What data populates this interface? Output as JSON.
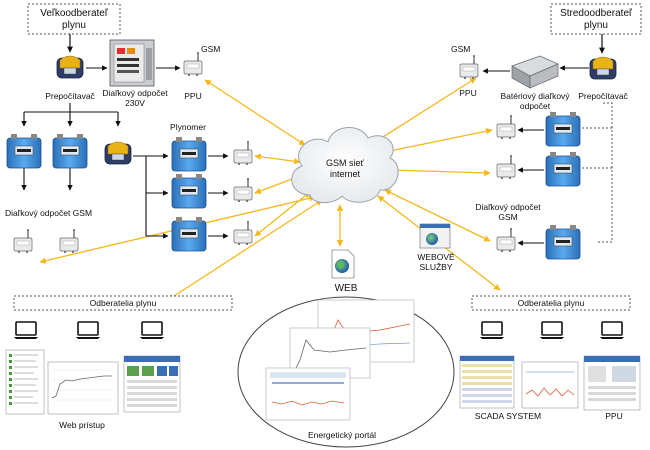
{
  "colors": {
    "yellow_link": "#f5b81c",
    "black_line": "#111111",
    "meter_blue": "#3d8fd8",
    "meter_blue_dark": "#1f5ea3",
    "converter_yellow": "#e9b216",
    "dashed_border": "#555555"
  },
  "top_left": {
    "title_line1": "Veľkoodberateľ",
    "title_line2": "plynu"
  },
  "top_right": {
    "title_line1": "Stredoodberateľ",
    "title_line2": "plynu"
  },
  "left_chain": {
    "converter_label": "Prepočítavač",
    "remote_label_line1": "Diaľkový odpočet",
    "remote_label_line2": "230V",
    "ppu_label": "PPU",
    "gsm_label": "GSM"
  },
  "right_chain": {
    "gsm_label": "GSM",
    "ppu_label": "PPU",
    "battery_label_line1": "Batériový diaľkový",
    "battery_label_line2": "odpočet",
    "converter_label": "Prepočítavač"
  },
  "gas_meter_label": "Plynomer",
  "left_remote_gsm": "Diaľkový odpočet GSM",
  "right_remote_gsm_line1": "Diaľkový odpočet",
  "right_remote_gsm_line2": "GSM",
  "cloud": {
    "line1": "GSM sieť",
    "line2": "internet"
  },
  "web_label": "WEB",
  "web_services_line1": "WEBOVÉ",
  "web_services_line2": "SLUŽBY",
  "left_consumers": "Odberatelia plynu",
  "right_consumers": "Odberatelia plynu",
  "web_access": "Web prístup",
  "energy_portal": "Energetický portál",
  "scada": "SCADA SYSTEM",
  "ppu_bottom": "PPU"
}
